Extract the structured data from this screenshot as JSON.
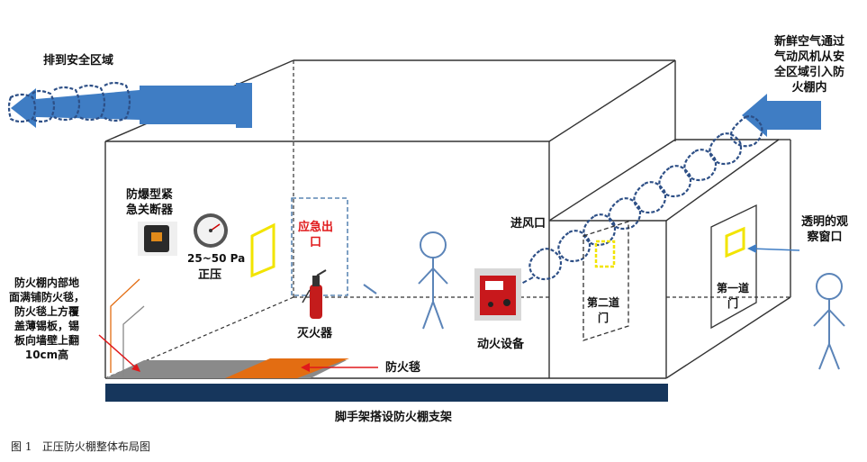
{
  "labels": {
    "exhaust": "排到安全区域",
    "fresh_air": "新鲜空气通过\n气动风机从安\n全区域引入防\n火棚内",
    "shutdown": "防爆型紧\n急关断器",
    "pressure_value": "25~50 Pa",
    "pressure_label": "正压",
    "emergency_exit": "应急出\n口",
    "floor_note": "防火棚内部地\n面满铺防火毯，\n防火毯上方覆\n盖薄锡板，锡\n板向墙壁上翻\n10cm高",
    "extinguisher": "灭火器",
    "fire_blanket": "防火毯",
    "hot_work_equipment": "动火设备",
    "air_inlet": "进风口",
    "second_door": "第二道\n门",
    "first_door": "第一道\n门",
    "window": "透明的观\n察窗口",
    "scaffold": "脚手架搭设防火棚支架"
  },
  "caption": "图 1   正压防火棚整体布局图",
  "colors": {
    "arrow_blue": "#3f7dc4",
    "duct_blue": "#2d4f86",
    "window_yellow": "#f2e400",
    "exit_red": "#e0191b",
    "exit_border": "#3a6ea5",
    "blanket_orange": "#e36d12",
    "tin_gray": "#8a8a8a",
    "scaffold_navy": "#16365c"
  }
}
